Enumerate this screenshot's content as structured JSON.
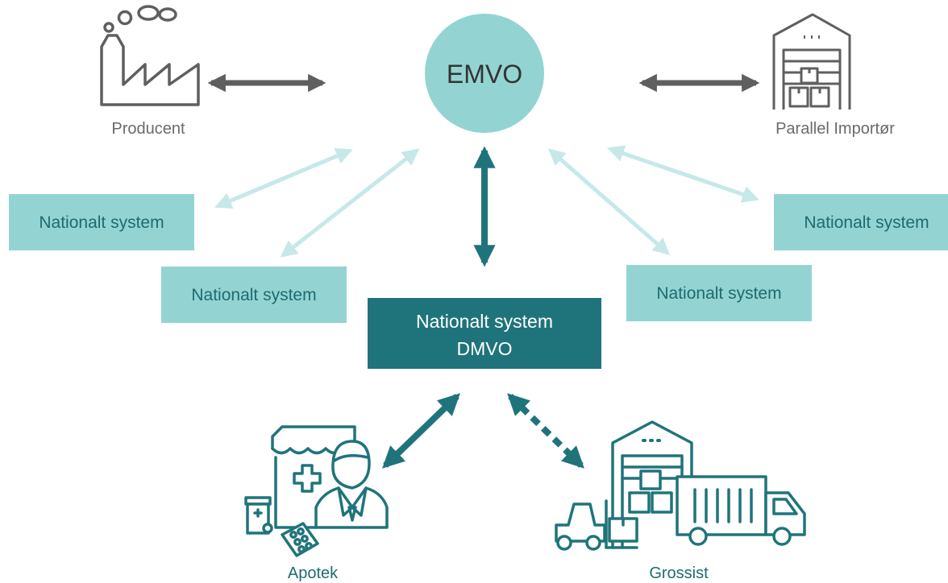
{
  "colors": {
    "light_teal": "#93d4d3",
    "dark_teal": "#1f747b",
    "gray": "#5f5f5f",
    "light_arrow": "#c6e8e9",
    "label_text": "#1f6a70",
    "label_gray": "#6a6a6a"
  },
  "nodes": {
    "emvo": "EMVO",
    "producent": "Producent",
    "parallel_importer": "Parallel Importør",
    "national_system": "Nationalt system",
    "dmvo_line1": "Nationalt system",
    "dmvo_line2": "DMVO",
    "apotek": "Apotek",
    "grossist": "Grossist"
  },
  "icons": {
    "factory": "factory-icon",
    "warehouse": "warehouse-icon",
    "pharmacy": "pharmacy-pharmacist-icon",
    "warehouse_truck": "warehouse-forklift-truck-icon"
  }
}
